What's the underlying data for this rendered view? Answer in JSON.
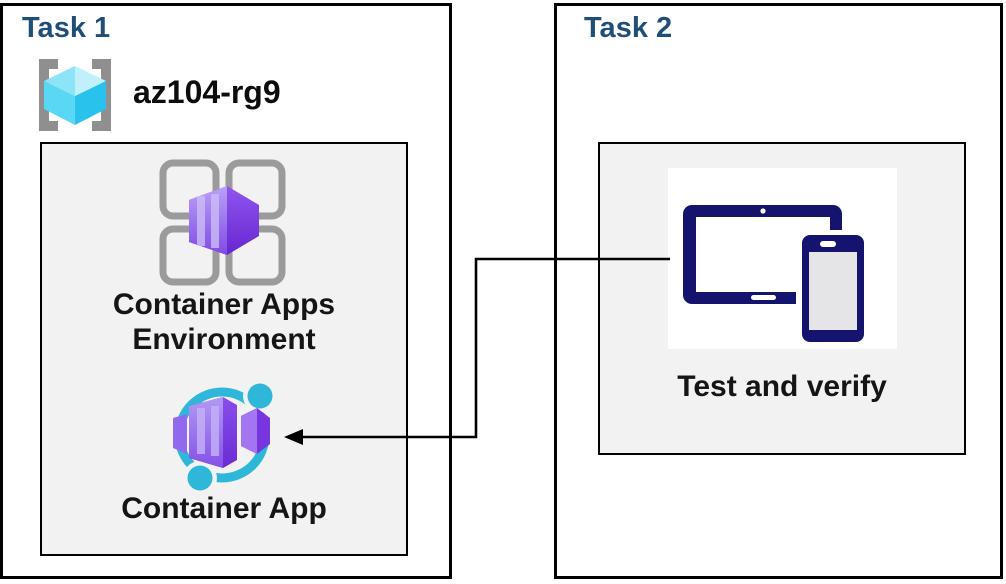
{
  "diagram": {
    "task1": {
      "title": "Task 1",
      "resource_group": {
        "name": "az104-rg9",
        "icon": "resource-group-icon"
      },
      "environment": {
        "label": "Container Apps Environment",
        "icon": "container-apps-environment-icon"
      },
      "app": {
        "label": "Container App",
        "icon": "container-app-icon"
      }
    },
    "task2": {
      "title": "Task 2",
      "verify": {
        "label": "Test and verify",
        "icon": "tablet-phone-devices-icon"
      }
    },
    "connector": {
      "from": "Test and verify",
      "to": "Container App",
      "style": "elbow-arrow"
    },
    "colors": {
      "task_title_blue": "#1f4e79",
      "panel_gray": "#f2f2f2",
      "border_black": "#000000",
      "azure_cyan": "#2fb7da",
      "container_purple_light": "#b49df5",
      "container_purple_dark": "#6d2fd8",
      "device_navy": "#14146e",
      "cube_cyan_light": "#c0f0fb",
      "cube_cyan_dark": "#29c2ec",
      "bracket_gray": "#8f8f8f",
      "grid_gray": "#9b9b9b"
    }
  }
}
